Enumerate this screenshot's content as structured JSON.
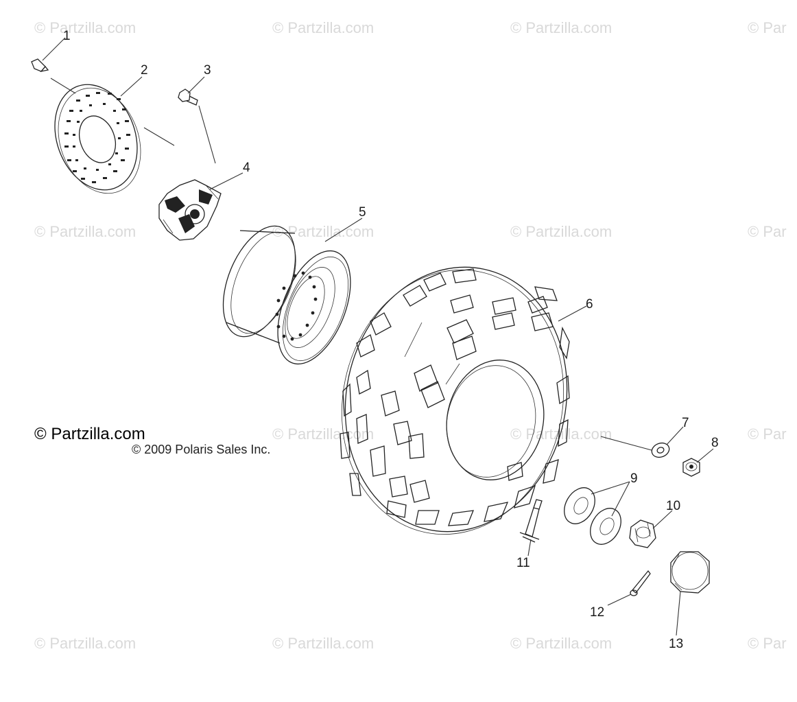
{
  "watermark_text": "© Partzilla.com",
  "watermark_edge_text": "© Par",
  "credit": "© Partzilla.com",
  "copyright": "© 2009 Polaris Sales Inc.",
  "callouts": {
    "c1": "1",
    "c2": "2",
    "c3": "3",
    "c4": "4",
    "c5": "5",
    "c6": "6",
    "c7": "7",
    "c8": "8",
    "c9": "9",
    "c10": "10",
    "c11": "11",
    "c12": "12",
    "c13": "13"
  }
}
